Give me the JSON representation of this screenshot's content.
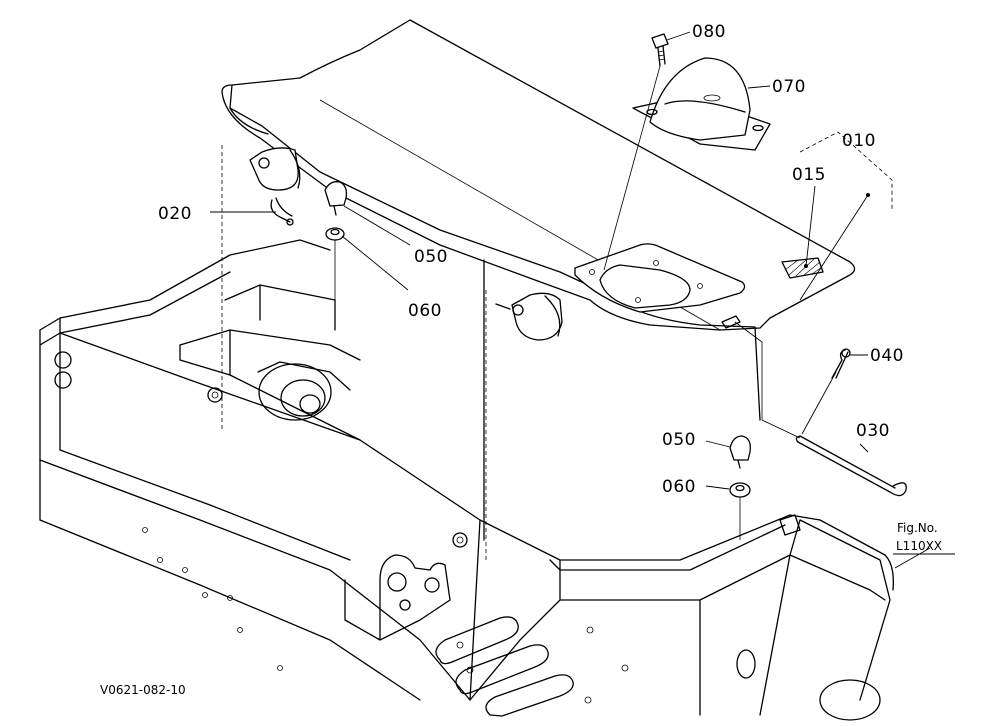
{
  "callouts": {
    "p080": "080",
    "p070": "070",
    "p010": "010",
    "p015": "015",
    "p020": "020",
    "p050_upper": "050",
    "p060_upper": "060",
    "p040": "040",
    "p030": "030",
    "p050_lower": "050",
    "p060_lower": "060"
  },
  "figure_ref": {
    "label": "Fig.No.",
    "number": "L110XX"
  },
  "drawing_code": "V0621-082-10"
}
